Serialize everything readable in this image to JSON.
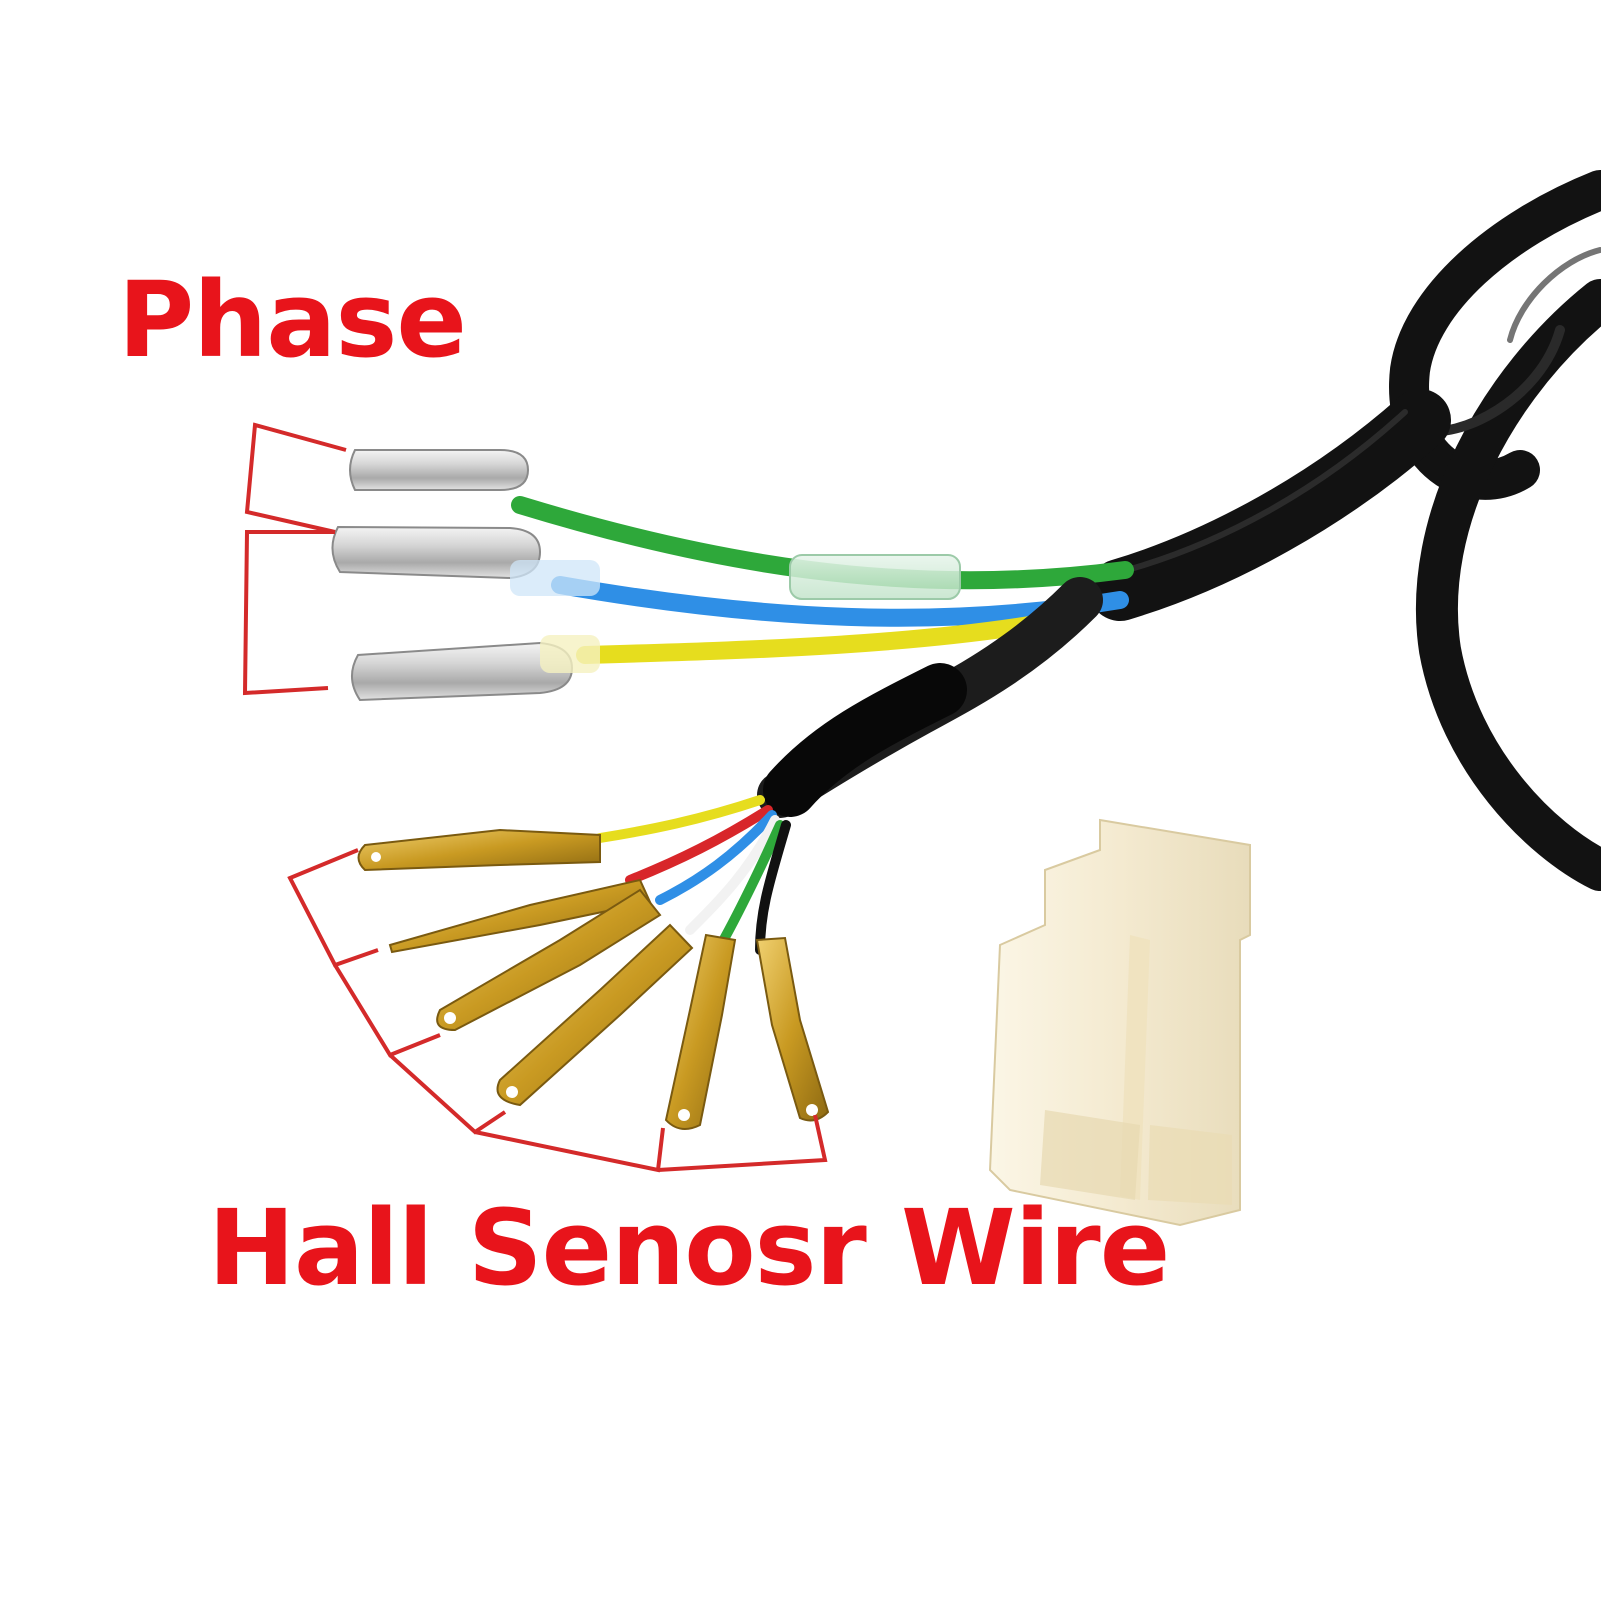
{
  "labels": {
    "phase": "Phase",
    "hall": "Hall Senosr Wire"
  },
  "colors": {
    "label_red": "#e8141b",
    "bracket_red": "#d42a2a",
    "cable_black": "#121212",
    "wire_green": "#2ea83a",
    "wire_blue": "#2f8fe6",
    "wire_yellow": "#e6dd1e",
    "wire_red": "#d8262a",
    "wire_white": "#f2f2f2",
    "wire_black": "#111111",
    "bullet_silver": "#c9c9c9",
    "pin_gold": "#c99a22",
    "connector_cream": "#f6eed8"
  },
  "objects": {
    "phase_wires": [
      "green",
      "blue",
      "yellow"
    ],
    "hall_wires": [
      "yellow",
      "red",
      "blue",
      "white",
      "green",
      "black"
    ]
  }
}
